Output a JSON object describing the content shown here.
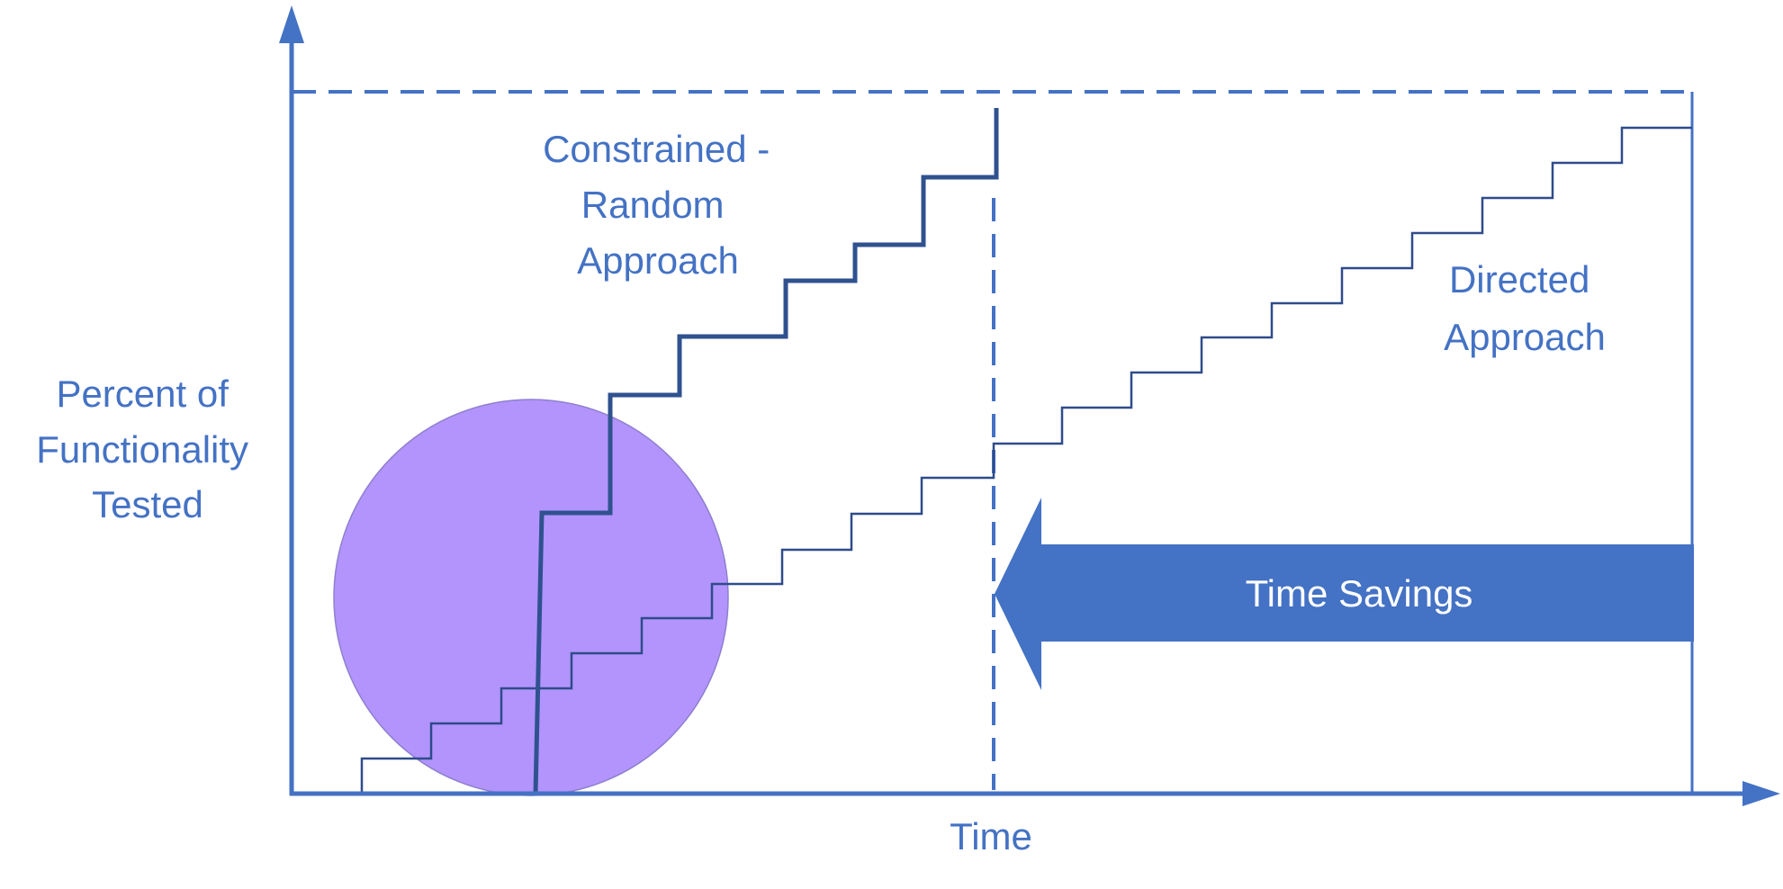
{
  "labels": {
    "y_axis": [
      "Percent of",
      "Functionality",
      "Tested"
    ],
    "x_axis": "Time",
    "constrained_random": [
      "Constrained -",
      "Random",
      "Approach"
    ],
    "directed": [
      "Directed",
      "Approach"
    ],
    "time_savings": "Time Savings"
  },
  "colors": {
    "axis": "#4472c4",
    "directed_line": "#2f4b8a",
    "constrained_line": "#2f528f",
    "highlight_circle": "#b294fc",
    "arrow_fill": "#4472c4",
    "text": "#4472c4"
  }
}
